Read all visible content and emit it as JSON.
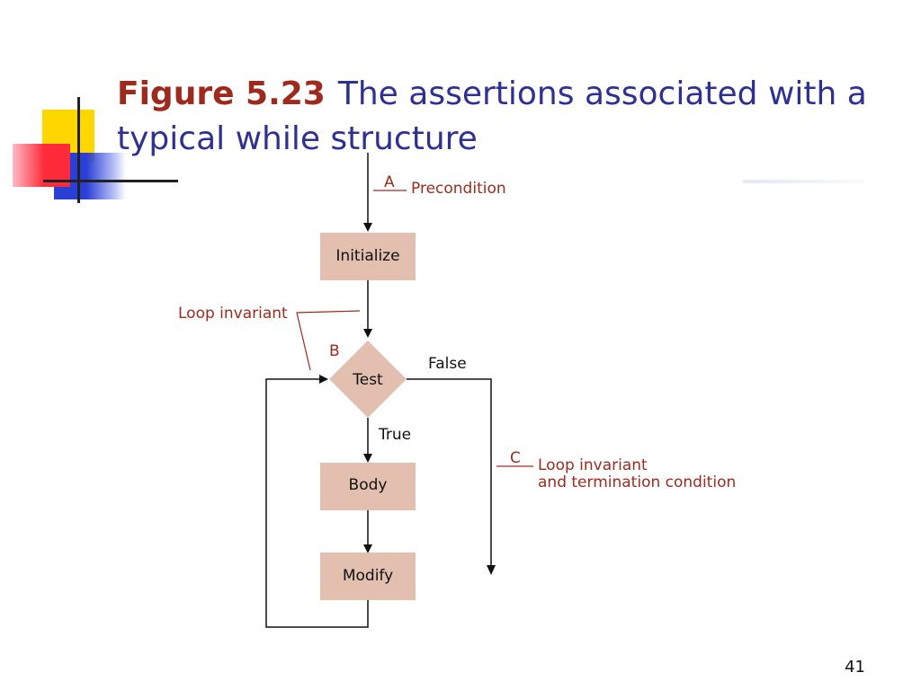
{
  "title": {
    "figure_label": "Figure 5.23",
    "caption": "The assertions associated with a typical while structure"
  },
  "diagram": {
    "nodes": {
      "initialize": "Initialize",
      "test": "Test",
      "body": "Body",
      "modify": "Modify"
    },
    "edge_labels": {
      "false": "False",
      "true": "True"
    },
    "assertions": {
      "a_letter": "A",
      "a_text": "Precondition",
      "b_letter": "B",
      "b_text": "Loop invariant",
      "c_letter": "C",
      "c_text_line1": "Loop invariant",
      "c_text_line2": "and termination condition"
    }
  },
  "page_number": "41",
  "colors": {
    "box_fill": "#e3bfb0",
    "assertion_red": "#9e2a1e",
    "title_blue": "#2e3192"
  }
}
